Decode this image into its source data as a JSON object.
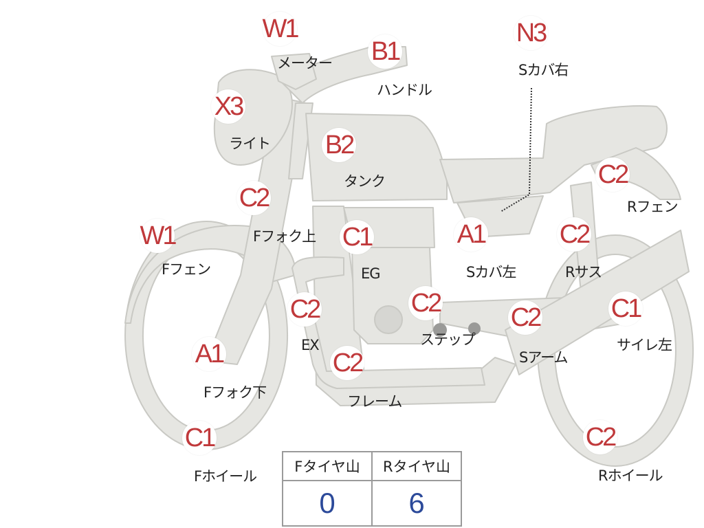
{
  "colors": {
    "grade_red": "#c0393b",
    "value_blue": "#2c4a9a",
    "bike_fill": "#e6e6e2",
    "bike_line": "#c9c9c4"
  },
  "parts": [
    {
      "id": "meter",
      "grade": "W1",
      "label": "メーター"
    },
    {
      "id": "handle",
      "grade": "B1",
      "label": "ハンドル"
    },
    {
      "id": "side-cover-right",
      "grade": "N3",
      "label": "Sカバ右"
    },
    {
      "id": "light",
      "grade": "X3",
      "label": "ライト"
    },
    {
      "id": "tank",
      "grade": "B2",
      "label": "タンク"
    },
    {
      "id": "fork-upper",
      "grade": "C2",
      "label": "Fフォク上"
    },
    {
      "id": "rear-fender",
      "grade": "C2",
      "label": "Rフェン"
    },
    {
      "id": "front-fender",
      "grade": "W1",
      "label": "Fフェン"
    },
    {
      "id": "engine",
      "grade": "C1",
      "label": "EG"
    },
    {
      "id": "side-cover-left",
      "grade": "A1",
      "label": "Sカバ左"
    },
    {
      "id": "rear-suspension",
      "grade": "C2",
      "label": "Rサス"
    },
    {
      "id": "exhaust",
      "grade": "C2",
      "label": "EX"
    },
    {
      "id": "step",
      "grade": "C2",
      "label": "ステップ"
    },
    {
      "id": "swing-arm",
      "grade": "C2",
      "label": "Sアーム"
    },
    {
      "id": "muffler-left",
      "grade": "C1",
      "label": "サイレ左"
    },
    {
      "id": "fork-lower",
      "grade": "A1",
      "label": "Fフォク下"
    },
    {
      "id": "frame",
      "grade": "C2",
      "label": "フレーム"
    },
    {
      "id": "front-wheel",
      "grade": "C1",
      "label": "Fホイール"
    },
    {
      "id": "rear-wheel",
      "grade": "C2",
      "label": "Rホイール"
    }
  ],
  "tire_table": {
    "headers": [
      "Fタイヤ山",
      "Rタイヤ山"
    ],
    "values": [
      "0",
      "6"
    ]
  }
}
